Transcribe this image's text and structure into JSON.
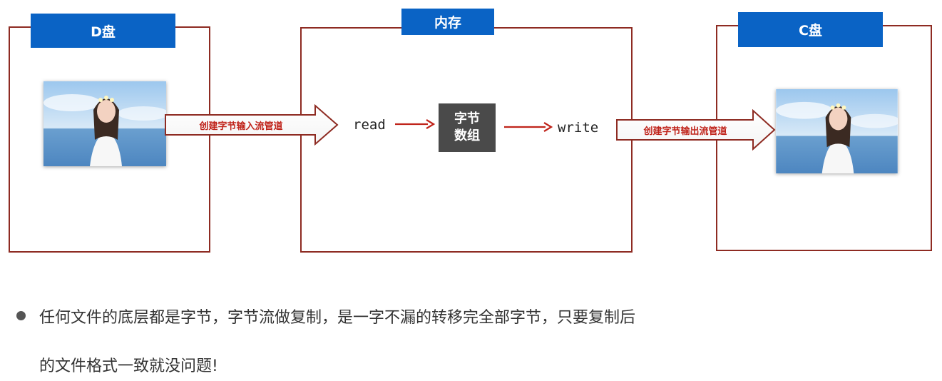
{
  "panels": {
    "left_tab": "D盘",
    "middle_tab": "内存",
    "right_tab": "C盘"
  },
  "flow": {
    "input_stream_label": "创建字节输入流管道",
    "read_label": "read",
    "byte_array_line1": "字节",
    "byte_array_line2": "数组",
    "write_label": "write",
    "output_stream_label": "创建字节输出流管道"
  },
  "note": {
    "line1": "任何文件的底层都是字节，字节流做复制，是一字不漏的转移完全部字节，只要复制后",
    "line2": "的文件格式一致就没问题!"
  },
  "colors": {
    "panel_border": "#8e2b22",
    "tab_blue": "#0a63c5",
    "arrow_red": "#c0241b",
    "byte_array_bg": "#4a4a4a"
  }
}
